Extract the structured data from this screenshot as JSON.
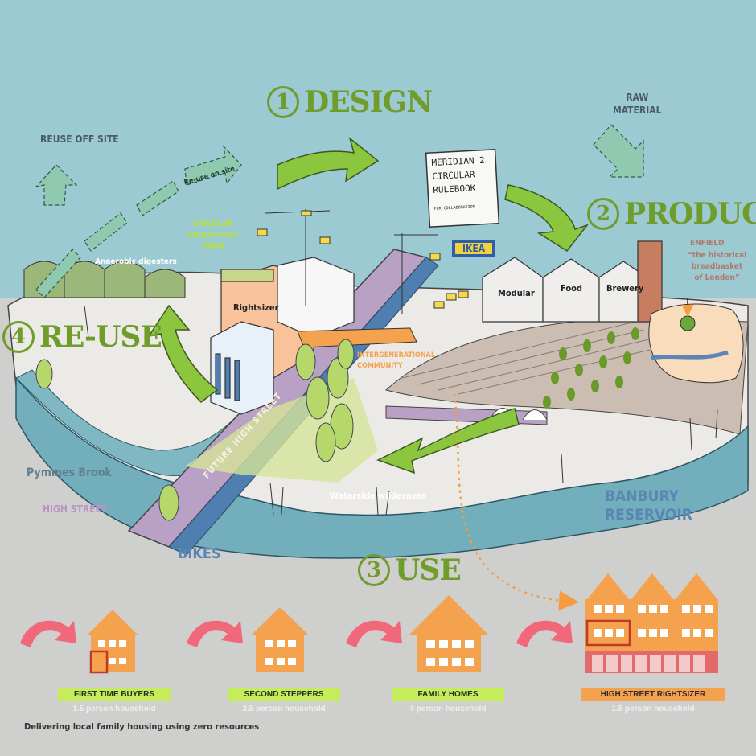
{
  "steps": {
    "design": {
      "number": "1",
      "label": "DESIGN"
    },
    "produce": {
      "number": "2",
      "label": "PRODUCE"
    },
    "use": {
      "number": "3",
      "label": "USE"
    },
    "reuse": {
      "number": "4",
      "label": "RE-USE"
    }
  },
  "labels": {
    "reuse_off_site": "REUSE OFF SITE",
    "reuse_on_site": "Re-use on site",
    "raw_material": "RAW\nMATERIAL",
    "rulebook": [
      "MERIDIAN 2",
      "CIRCULAR",
      "RULEBOOK",
      "FOR COLLABORATION"
    ],
    "ikea": "IKEA",
    "green_roof": "CIRCULAR\nGREEN ROOF\nFARM",
    "anaerobic": "Anaerobic digesters",
    "rightsizer": "Rightsizer",
    "modular": "Modular",
    "food": "Food",
    "brewery": "Brewery",
    "enfield_title": "ENFIELD",
    "enfield_quote": "“the historical\nbreadbasket\nof London”",
    "intergenerational": "INTERGENERATIONAL\nCOMMUNITY",
    "future_high_street": "FUTURE HIGH STREET",
    "pymmes_brook": "Pymmes Brook",
    "high_street": "HIGH STREET",
    "waterside": "Waterside wilderness",
    "banbury": "BANBURY\nRESERVOIR",
    "bikes": "BIKES"
  },
  "houses": [
    {
      "title": "FIRST TIME BUYERS",
      "household": "1.5 person household"
    },
    {
      "title": "SECOND STEPPERS",
      "household": "2.5 person household"
    },
    {
      "title": "FAMILY HOMES",
      "household": "4 person household"
    },
    {
      "title": "HIGH STREET RIGHTSIZER",
      "household": "1.5 person household"
    }
  ],
  "footer": "Delivering local family housing using zero resources",
  "colors": {
    "sky": "#9ccad3",
    "ground": "#cfd0cd",
    "water": "#72aebb",
    "arrow_green": "#8cc63f",
    "house_orange": "#f5a24e",
    "badge_green": "#c5ec5a",
    "badge_orange": "#f5a24e",
    "pink_arrow": "#f0687a",
    "step_green": "#6f9c2b"
  }
}
